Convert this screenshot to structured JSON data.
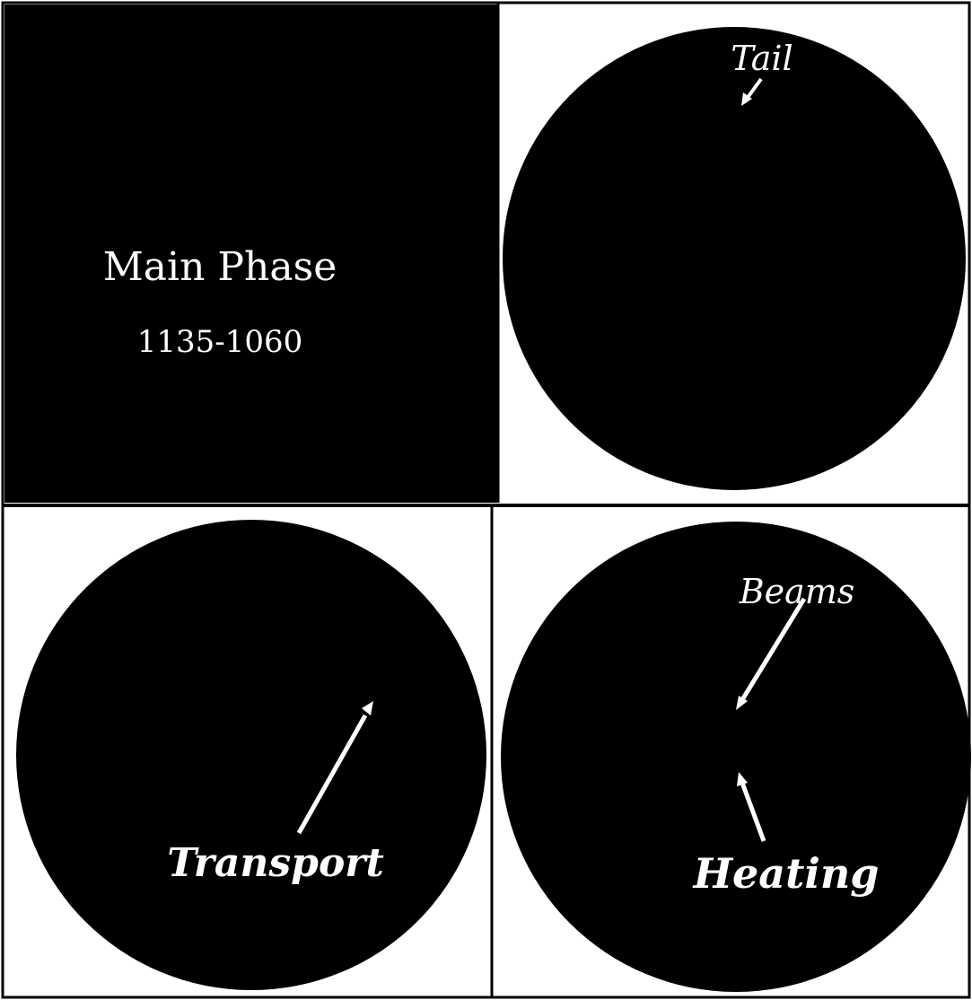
{
  "panels": {
    "top_left": {
      "title": "Main Phase",
      "subtitle": "1135-1060"
    },
    "top_right": {
      "arrow_label": "Tail"
    },
    "bottom_left": {
      "arrow_label": "Transport"
    },
    "bottom_right": {
      "upper_label": "Beams",
      "lower_label": "Heating"
    }
  },
  "colors": {
    "background": "#ffffff",
    "disk": "#000000",
    "text": "#ffffff",
    "border": "#000000"
  }
}
